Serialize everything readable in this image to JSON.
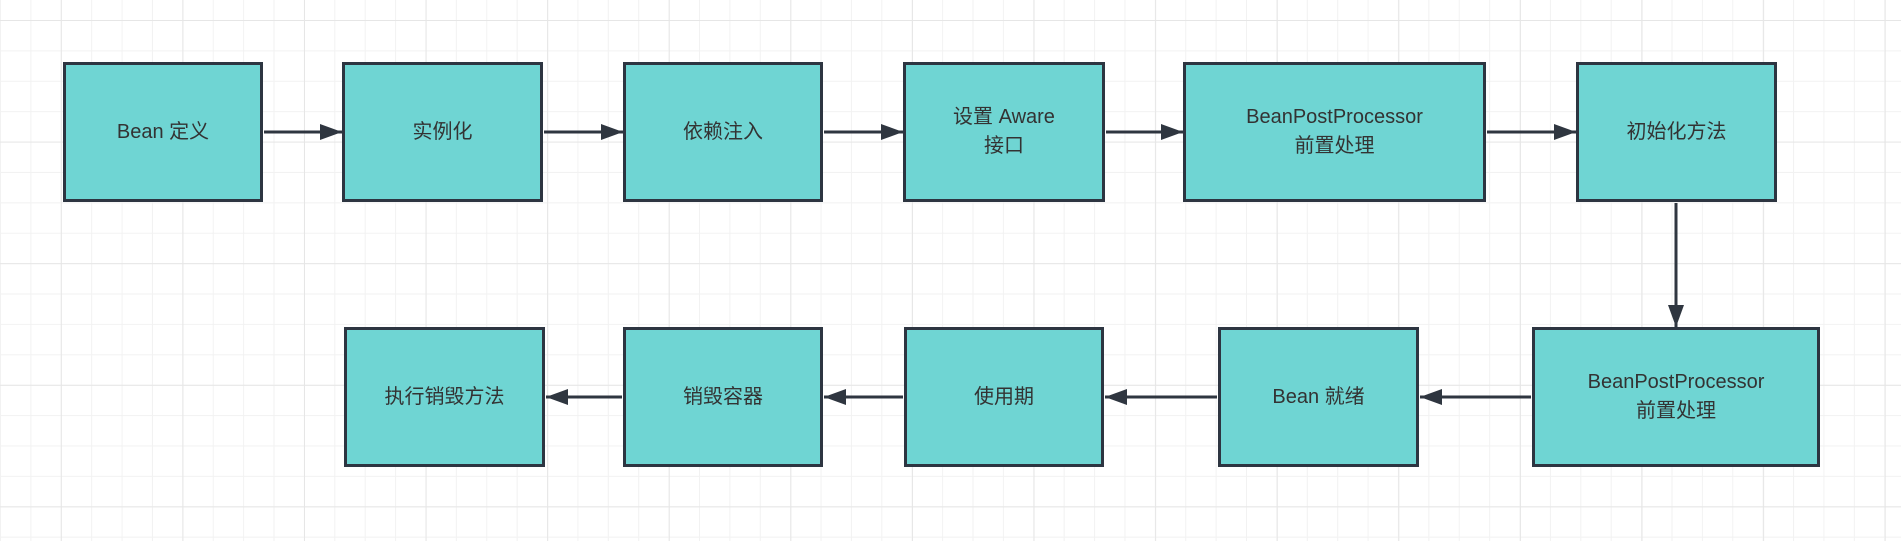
{
  "colors": {
    "node_fill": "#6fd5d3",
    "node_border": "#2d3541",
    "node_text": "#333333",
    "connector": "#2f3640",
    "grid_minor": "#f2f2f2",
    "grid_major": "#e6e6e6"
  },
  "diagram": {
    "type": "flowchart",
    "nodes": [
      {
        "id": "bean-definition",
        "label": "Bean 定义"
      },
      {
        "id": "instantiation",
        "label": "实例化"
      },
      {
        "id": "dependency-injection",
        "label": "依赖注入"
      },
      {
        "id": "aware-interface",
        "label": "设置 Aware\n接口"
      },
      {
        "id": "bean-post-processor-pre-1",
        "label": "BeanPostProcessor\n前置处理"
      },
      {
        "id": "init-method",
        "label": "初始化方法"
      },
      {
        "id": "bean-post-processor-pre-2",
        "label": "BeanPostProcessor\n前置处理"
      },
      {
        "id": "bean-ready",
        "label": "Bean 就绪"
      },
      {
        "id": "usage-period",
        "label": "使用期"
      },
      {
        "id": "destroy-container",
        "label": "销毁容器"
      },
      {
        "id": "execute-destroy-method",
        "label": "执行销毁方法"
      }
    ],
    "edges": [
      {
        "from": "bean-definition",
        "to": "instantiation"
      },
      {
        "from": "instantiation",
        "to": "dependency-injection"
      },
      {
        "from": "dependency-injection",
        "to": "aware-interface"
      },
      {
        "from": "aware-interface",
        "to": "bean-post-processor-pre-1"
      },
      {
        "from": "bean-post-processor-pre-1",
        "to": "init-method"
      },
      {
        "from": "init-method",
        "to": "bean-post-processor-pre-2"
      },
      {
        "from": "bean-post-processor-pre-2",
        "to": "bean-ready"
      },
      {
        "from": "bean-ready",
        "to": "usage-period"
      },
      {
        "from": "usage-period",
        "to": "destroy-container"
      },
      {
        "from": "destroy-container",
        "to": "execute-destroy-method"
      }
    ]
  }
}
